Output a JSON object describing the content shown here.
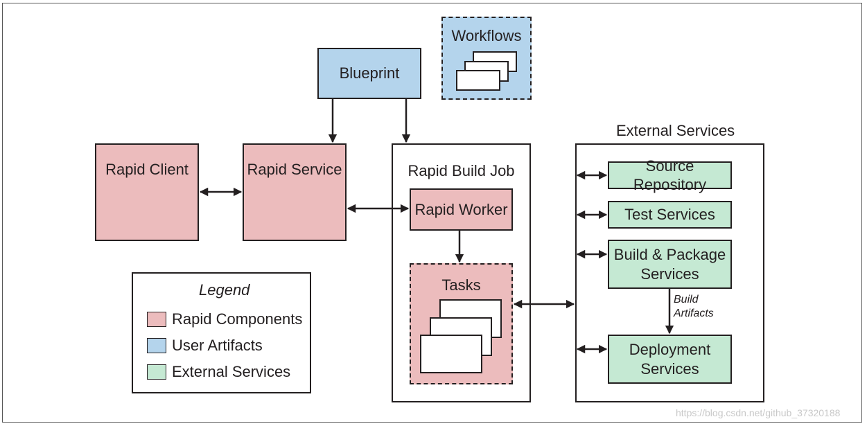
{
  "nodes": {
    "workflows": "Workflows",
    "blueprint": "Blueprint",
    "rapid_client": "Rapid Client",
    "rapid_service": "Rapid Service",
    "rapid_build_job": "Rapid Build Job",
    "rapid_worker": "Rapid Worker",
    "tasks": "Tasks",
    "external_services": "External Services",
    "source_repository": "Source Repository",
    "test_services": "Test Services",
    "build_package_line1": "Build & Package",
    "build_package_line2": "Services",
    "deployment_line1": "Deployment",
    "deployment_line2": "Services"
  },
  "edge_labels": {
    "build_artifacts_line1": "Build",
    "build_artifacts_line2": "Artifacts"
  },
  "legend": {
    "title": "Legend",
    "items": [
      {
        "label": "Rapid Components",
        "color": "#ecbcbd"
      },
      {
        "label": "User Artifacts",
        "color": "#b4d4ec"
      },
      {
        "label": "External Services",
        "color": "#c5e9d3"
      }
    ]
  },
  "watermark": "https://blog.csdn.net/github_37320188",
  "colors": {
    "rapid_components": "#ecbcbd",
    "user_artifacts": "#b4d4ec",
    "external_services": "#c5e9d3",
    "outline": "#231f20"
  }
}
